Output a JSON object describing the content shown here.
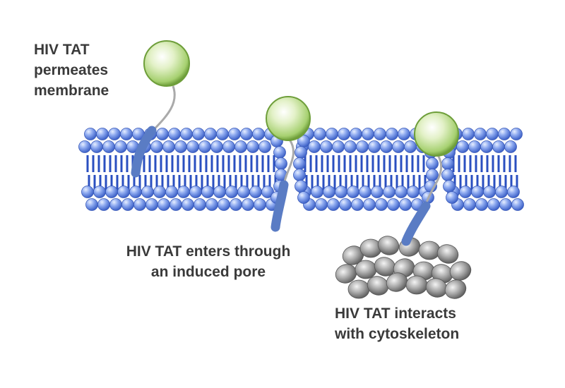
{
  "labels": {
    "permeates": [
      "HIV TAT",
      "permeates",
      "membrane"
    ],
    "pore": [
      "HIV TAT enters through",
      "an induced pore"
    ],
    "cytoskeleton": [
      "HIV TAT interacts",
      "with cytoskeleton"
    ]
  },
  "colors": {
    "head": "#7f9fe6",
    "tail": "#2a4fc0",
    "peptide_ball": "#b9db8a",
    "peptide_helix": "#5a7cc4",
    "cytoskeleton": "#9a9a9a"
  }
}
